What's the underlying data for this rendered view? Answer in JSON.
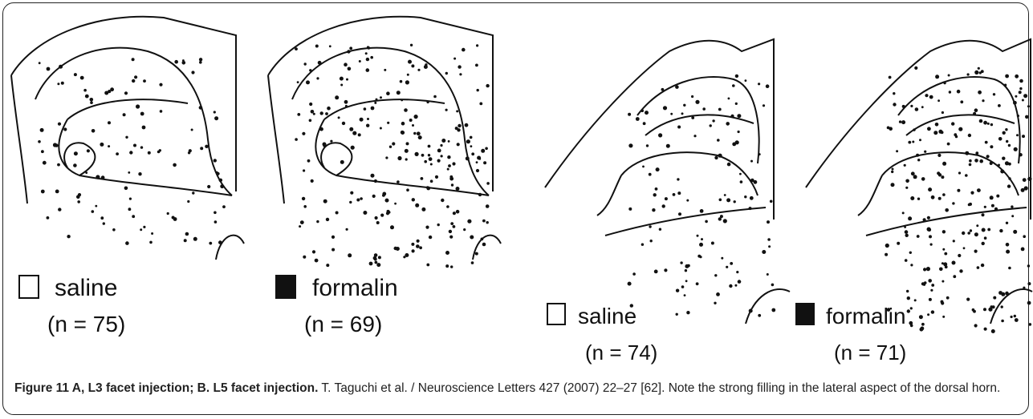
{
  "panels": [
    {
      "id": "A",
      "left": {
        "legend": "saline",
        "n": "(n = 75)",
        "marker": "open"
      },
      "right": {
        "legend": "formalin",
        "n": "(n = 69)",
        "marker": "filled"
      }
    },
    {
      "id": "B",
      "left": {
        "legend": "saline",
        "n": "(n = 74)",
        "marker": "open"
      },
      "right": {
        "legend": "formalin",
        "n": "(n = 71)",
        "marker": "filled"
      }
    }
  ],
  "caption": {
    "label": "Figure 11 A, L3 facet injection; B. L5 facet injection.",
    "text": " T. Taguchi et al. / Neuroscience Letters 427 (2007) 22–27 [62]. Note the strong filling in the lateral aspect of the dorsal horn."
  },
  "colors": {
    "ink": "#111111",
    "frame": "#222222"
  }
}
